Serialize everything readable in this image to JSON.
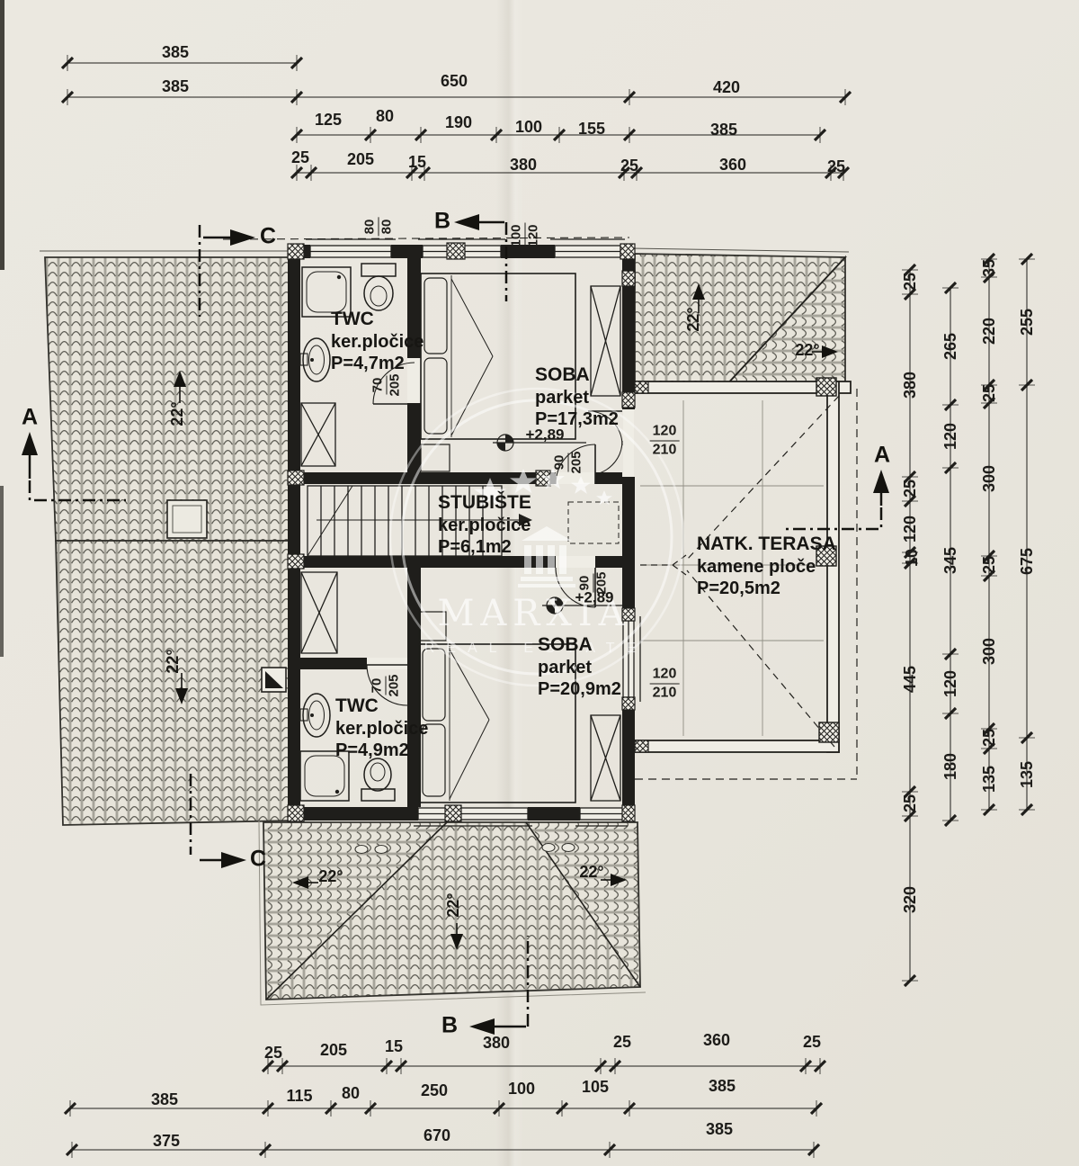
{
  "colors": {
    "paper": "#e9e6de",
    "ink": "#1f1e1b",
    "watermark": "#ffffff"
  },
  "watermark": {
    "name": "MARXIA",
    "tagline": "REAL ESTATE"
  },
  "sections": {
    "a": "A",
    "b": "B",
    "c": "C"
  },
  "slope": {
    "label": "22°"
  },
  "level": {
    "label": "+2,89"
  },
  "rooms": [
    {
      "name": "TWC",
      "finish": "ker.pločice",
      "area": "P=4,7m2"
    },
    {
      "name": "SOBA",
      "finish": "parket",
      "area": "P=17,3m2"
    },
    {
      "name": "STUBIŠTE",
      "finish": "ker.pločice",
      "area": "P=6,1m2"
    },
    {
      "name": "SOBA",
      "finish": "parket",
      "area": "P=20,9m2"
    },
    {
      "name": "TWC",
      "finish": "ker.pločice",
      "area": "P=4,9m2"
    },
    {
      "name": "NATK. TERASA",
      "finish": "kamene ploče",
      "area": "P=20,5m2"
    }
  ],
  "openings": {
    "w80": {
      "a": "80",
      "b": "80"
    },
    "w100": {
      "a": "100",
      "b": "120"
    },
    "d70": {
      "a": "70",
      "b": "205"
    },
    "d90": {
      "a": "90",
      "b": "205"
    },
    "w120": {
      "a": "120",
      "b": "210"
    }
  },
  "dims": {
    "top": [
      [
        "385"
      ],
      [
        "385",
        "650",
        "420"
      ],
      [
        "125",
        "80",
        "190",
        "100",
        "155",
        "385"
      ],
      [
        "25",
        "205",
        "15",
        "380",
        "25",
        "360",
        "25"
      ]
    ],
    "bottom": [
      [
        "25",
        "205",
        "15",
        "380",
        "25",
        "360",
        "25"
      ],
      [
        "385",
        "115",
        "80",
        "250",
        "100",
        "105",
        "385"
      ],
      [
        "375",
        "670",
        "385"
      ]
    ],
    "right": [
      [
        "25",
        "380",
        "25",
        "120",
        "10",
        "445",
        "25",
        "320"
      ],
      [
        "265",
        "120",
        "345",
        "120",
        "180"
      ],
      [
        "35",
        "220",
        "25",
        "300",
        "25",
        "300",
        "25",
        "135"
      ],
      [
        "255",
        "675",
        "135"
      ]
    ]
  }
}
